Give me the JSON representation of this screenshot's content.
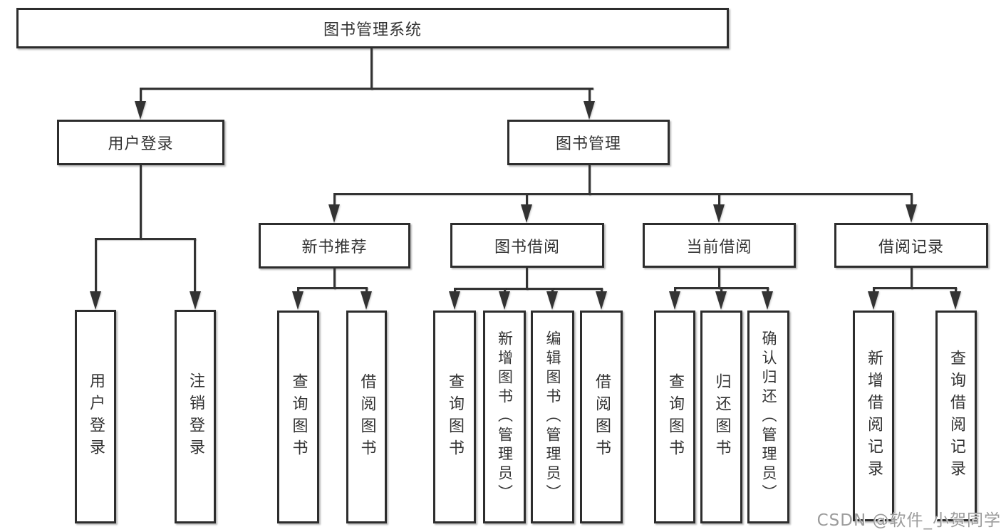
{
  "page": {
    "watermark": "CSDN @软件_小贺同学"
  },
  "colors": {
    "background": "#ffffff",
    "box_border": "#2d2d2d",
    "line": "#333333",
    "text": "#333333",
    "watermark": "#9c9c9c"
  },
  "tree": {
    "root": {
      "label": "图书管理系统"
    },
    "branches": [
      {
        "label": "用户登录",
        "children": [
          {
            "label": "用户登录"
          },
          {
            "label": "注销登录"
          }
        ]
      },
      {
        "label": "图书管理",
        "children": [
          {
            "label": "新书推荐",
            "children": [
              {
                "label": "查询图书"
              },
              {
                "label": "借阅图书"
              }
            ]
          },
          {
            "label": "图书借阅",
            "children": [
              {
                "label": "查询图书"
              },
              {
                "label": "新增图书（管理员）"
              },
              {
                "label": "编辑图书（管理员）"
              },
              {
                "label": "借阅图书"
              }
            ]
          },
          {
            "label": "当前借阅",
            "children": [
              {
                "label": "查询图书"
              },
              {
                "label": "归还图书"
              },
              {
                "label": "确认归还（管理员）"
              }
            ]
          },
          {
            "label": "借阅记录",
            "children": [
              {
                "label": "新增借阅记录"
              },
              {
                "label": "查询借阅记录"
              }
            ]
          }
        ]
      }
    ]
  }
}
